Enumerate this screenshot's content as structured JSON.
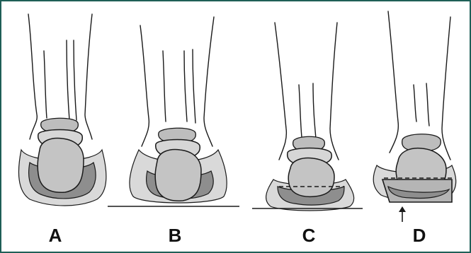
{
  "figure": {
    "panels": [
      {
        "id": "A",
        "label": "A"
      },
      {
        "id": "B",
        "label": "B"
      },
      {
        "id": "C",
        "label": "C"
      },
      {
        "id": "D",
        "label": "D"
      }
    ]
  },
  "colors": {
    "frame": "#1f5f57",
    "line": "#1a1a1a",
    "soft_tissue": "#d9d9d9",
    "bone": "#c4c4c4",
    "fat_pad": "#8e8e8e"
  }
}
